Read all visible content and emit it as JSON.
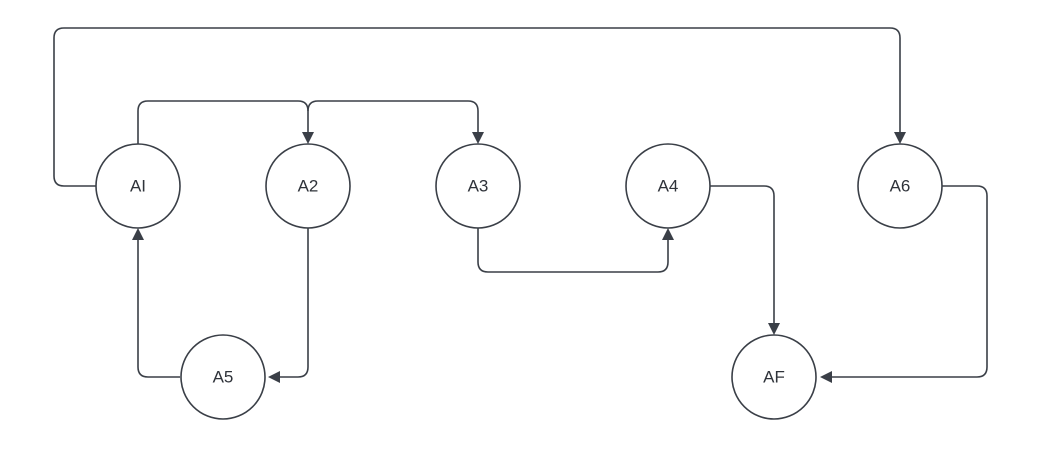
{
  "diagram": {
    "nodes": [
      {
        "id": "AI",
        "label": "AI"
      },
      {
        "id": "A2",
        "label": "A2"
      },
      {
        "id": "A3",
        "label": "A3"
      },
      {
        "id": "A4",
        "label": "A4"
      },
      {
        "id": "A5",
        "label": "A5"
      },
      {
        "id": "A6",
        "label": "A6"
      },
      {
        "id": "AF",
        "label": "AF"
      }
    ],
    "edges": [
      {
        "from": "AI",
        "to": "A2"
      },
      {
        "from": "AI",
        "to": "A3"
      },
      {
        "from": "AI",
        "to": "A6"
      },
      {
        "from": "A2",
        "to": "A5"
      },
      {
        "from": "A5",
        "to": "AI"
      },
      {
        "from": "A3",
        "to": "A4"
      },
      {
        "from": "A4",
        "to": "AF"
      },
      {
        "from": "A6",
        "to": "AF"
      }
    ]
  }
}
